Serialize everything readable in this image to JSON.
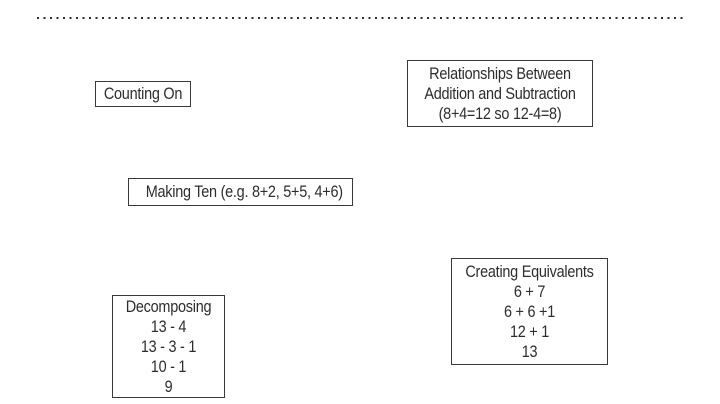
{
  "canvas": {
    "background": "#ffffff",
    "box_border_color": "#3a3a3a",
    "text_color": "#2d2d2d",
    "dotted_line_color": "#2e2e2e"
  },
  "boxes": [
    {
      "name": "counting-on",
      "lines": [
        "Counting On"
      ]
    },
    {
      "name": "relationships-between-addition-and-subtraction",
      "lines": [
        "Relationships Between",
        "Addition and Subtraction",
        "(8+4=12 so 12-4=8)"
      ]
    },
    {
      "name": "making-ten",
      "lines": [
        "Making Ten (e.g. 8+2, 5+5, 4+6)"
      ]
    },
    {
      "name": "creating-equivalents",
      "lines": [
        "Creating Equivalents",
        "6 + 7",
        "6 + 6 +1",
        "12 + 1",
        "13"
      ]
    },
    {
      "name": "decomposing",
      "lines": [
        "Decomposing",
        "13 - 4",
        "13 - 3 - 1",
        "10 - 1",
        "9"
      ]
    }
  ]
}
